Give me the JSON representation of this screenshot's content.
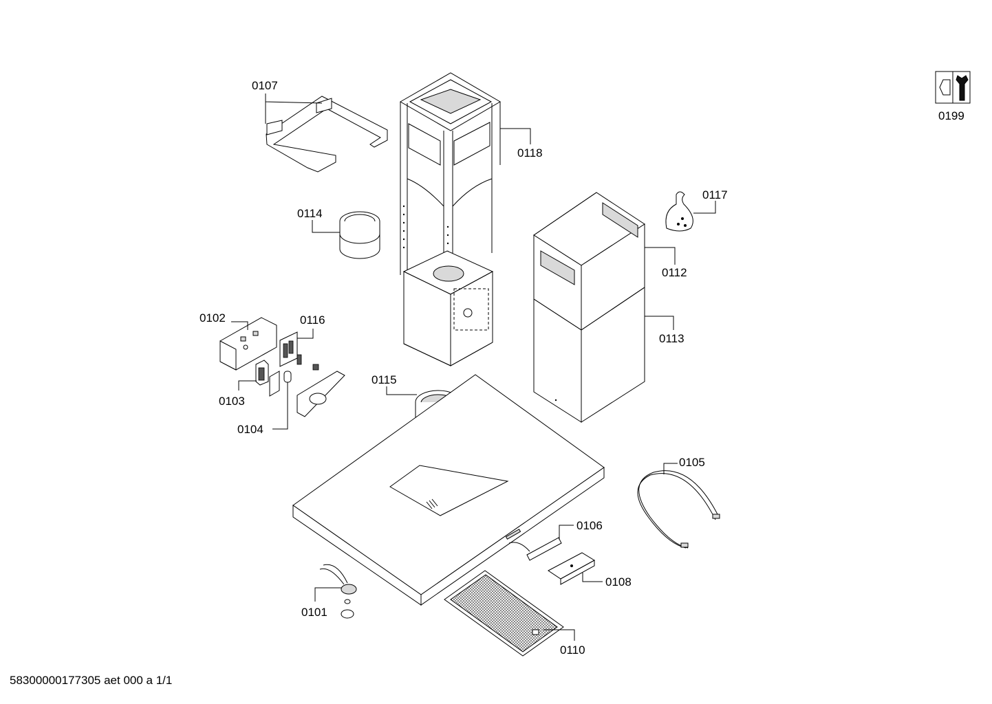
{
  "labels": {
    "p0101": "0101",
    "p0102": "0102",
    "p0103": "0103",
    "p0104": "0104",
    "p0105": "0105",
    "p0106": "0106",
    "p0107": "0107",
    "p0108": "0108",
    "p0110": "0110",
    "p0112": "0112",
    "p0113": "0113",
    "p0114": "0114",
    "p0115": "0115",
    "p0116": "0116",
    "p0117": "0117",
    "p0118": "0118",
    "p0199": "0199"
  },
  "footer": "58300000177305 aet 000 a 1/1"
}
